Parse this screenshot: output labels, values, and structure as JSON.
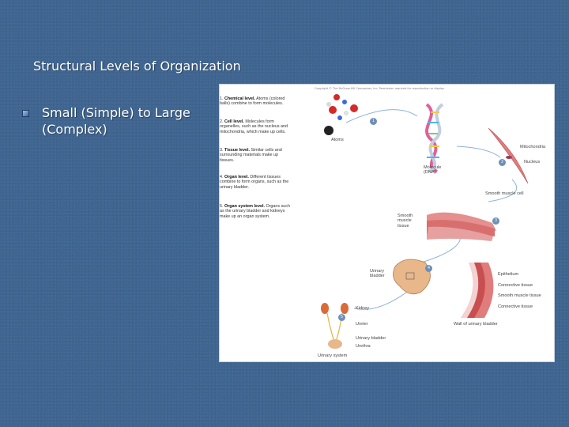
{
  "slide": {
    "title": "Structural Levels of Organization",
    "bullet": "Small (Simple) to Large\n(Complex)"
  },
  "figure": {
    "copyright": "Copyright © The McGraw-Hill Companies, Inc. Permission required for reproduction or display.",
    "levels": [
      {
        "num": "1.",
        "name": "Chemical level.",
        "desc": "Atoms (colored balls) combine to form molecules."
      },
      {
        "num": "2.",
        "name": "Cell level.",
        "desc": "Molecules form organelles, such as the nucleus and mitochondria, which make up cells."
      },
      {
        "num": "3.",
        "name": "Tissue level.",
        "desc": "Similar cells and surrounding materials make up tissues."
      },
      {
        "num": "4.",
        "name": "Organ level.",
        "desc": "Different tissues combine to form organs, such as the urinary bladder."
      },
      {
        "num": "5.",
        "name": "Organ system level.",
        "desc": "Organs such as the urinary bladder and kidneys make up an organ system."
      }
    ],
    "labels": {
      "atoms": "Atoms",
      "molecule": "Molecule\n(DNA)",
      "mitochondria": "Mitochondria",
      "nucleus": "Nucleus",
      "smooth_muscle_cell": "Smooth muscle cell",
      "smooth_muscle_tissue": "Smooth\nmuscle\ntissue",
      "urinary_bladder": "Urinary\nbladder",
      "epithelium": "Epithelium",
      "connective_tissue_1": "Connective tissue",
      "smooth_muscle_tissue_2": "Smooth muscle tissue",
      "connective_tissue_2": "Connective tissue",
      "wall_of_bladder": "Wall of urinary bladder",
      "kidney": "Kidney",
      "ureter": "Ureter",
      "urinary_bladder_2": "Urinary bladder",
      "urethra": "Urethra",
      "urinary_system": "Urinary system"
    },
    "step_numbers": [
      "1",
      "2",
      "3",
      "4",
      "5"
    ],
    "colors": {
      "atom_red": "#d42a2a",
      "atom_blue": "#3a6fd0",
      "dna_pink": "#e0609a",
      "muscle": "#e07c7c",
      "bladder": "#e8b78a",
      "step_badge": "#6e8fb6"
    }
  }
}
